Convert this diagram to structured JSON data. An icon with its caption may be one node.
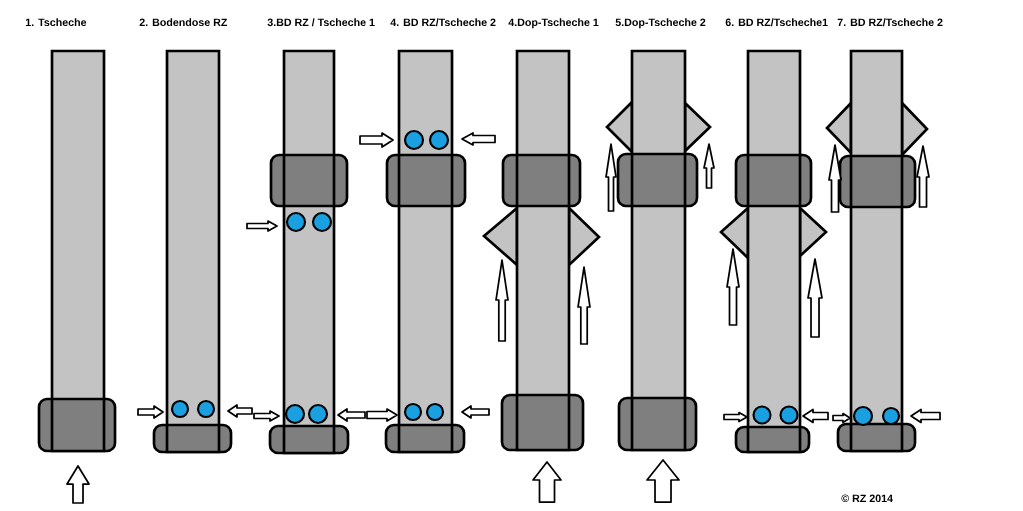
{
  "diagram": {
    "labels": [
      "1. Tscheche",
      "2. Bodendose RZ",
      "3.BD RZ / Tscheche 1",
      "4. BD RZ/Tscheche 2",
      "4.Dop-Tscheche 1",
      "5.Dop-Tscheche 2",
      "6. BD RZ/Tscheche1",
      "7. BD RZ/Tscheche 2",
      "© RZ 2014"
    ]
  }
}
